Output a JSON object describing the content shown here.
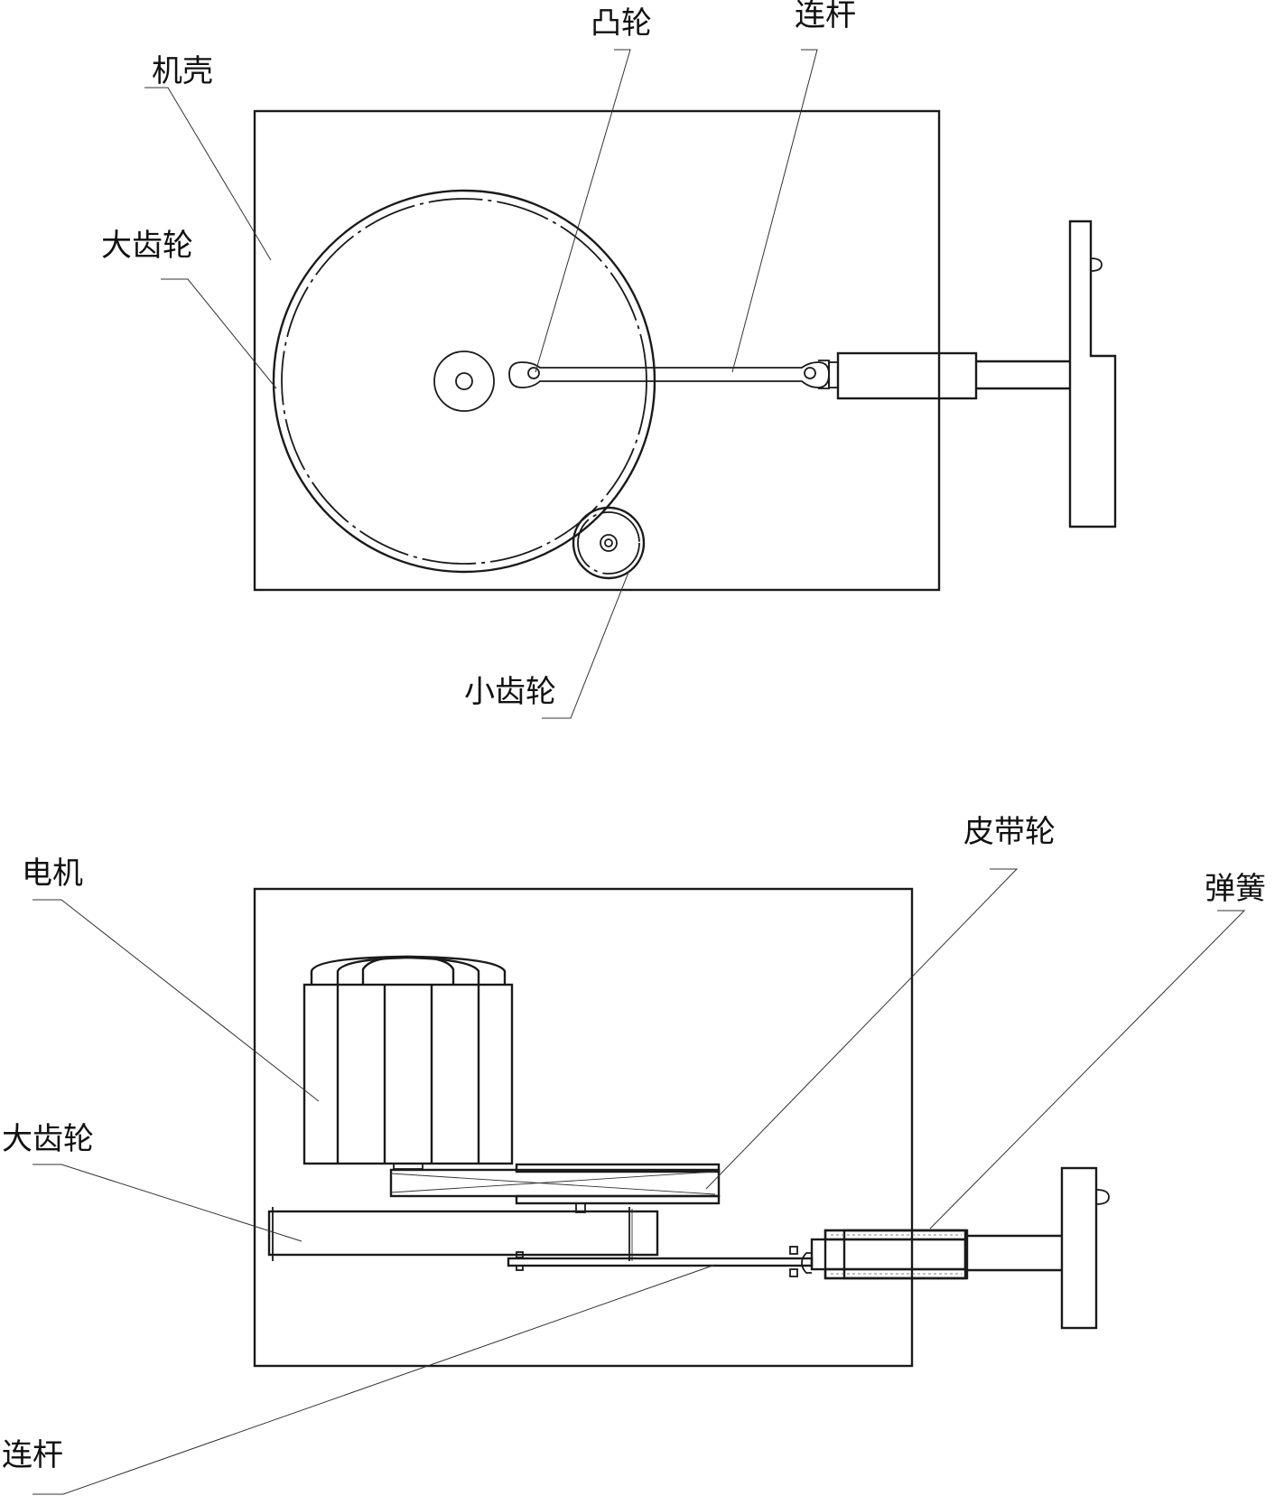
{
  "top_view": {
    "labels": {
      "housing": "机壳",
      "cam": "凸轮",
      "connecting_rod": "连杆",
      "large_gear": "大齿轮",
      "small_gear": "小齿轮"
    }
  },
  "bottom_view": {
    "labels": {
      "motor": "电机",
      "belt_pulley": "皮带轮",
      "spring": "弹簧",
      "large_gear": "大齿轮",
      "connecting_rod": "连杆"
    }
  },
  "colors": {
    "line": "#1a1a1a",
    "background": "#ffffff"
  }
}
